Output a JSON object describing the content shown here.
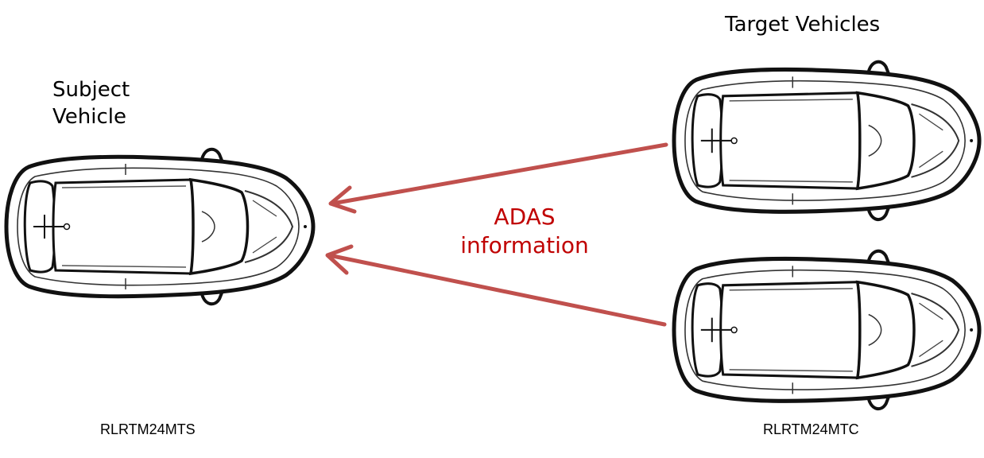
{
  "labels": {
    "subject_vehicle_line1": "Subject",
    "subject_vehicle_line2": "Vehicle",
    "target_vehicles": "Target Vehicles",
    "adas_line1": "ADAS",
    "adas_line2": "information",
    "code_subject": "RLRTM24MTS",
    "code_target": "RLRTM24MTC"
  },
  "colors": {
    "arrow": "#c0504d",
    "adas_text": "#c00000",
    "car_stroke": "#111111"
  },
  "icons": {
    "vehicle": "car-top-view-icon"
  }
}
